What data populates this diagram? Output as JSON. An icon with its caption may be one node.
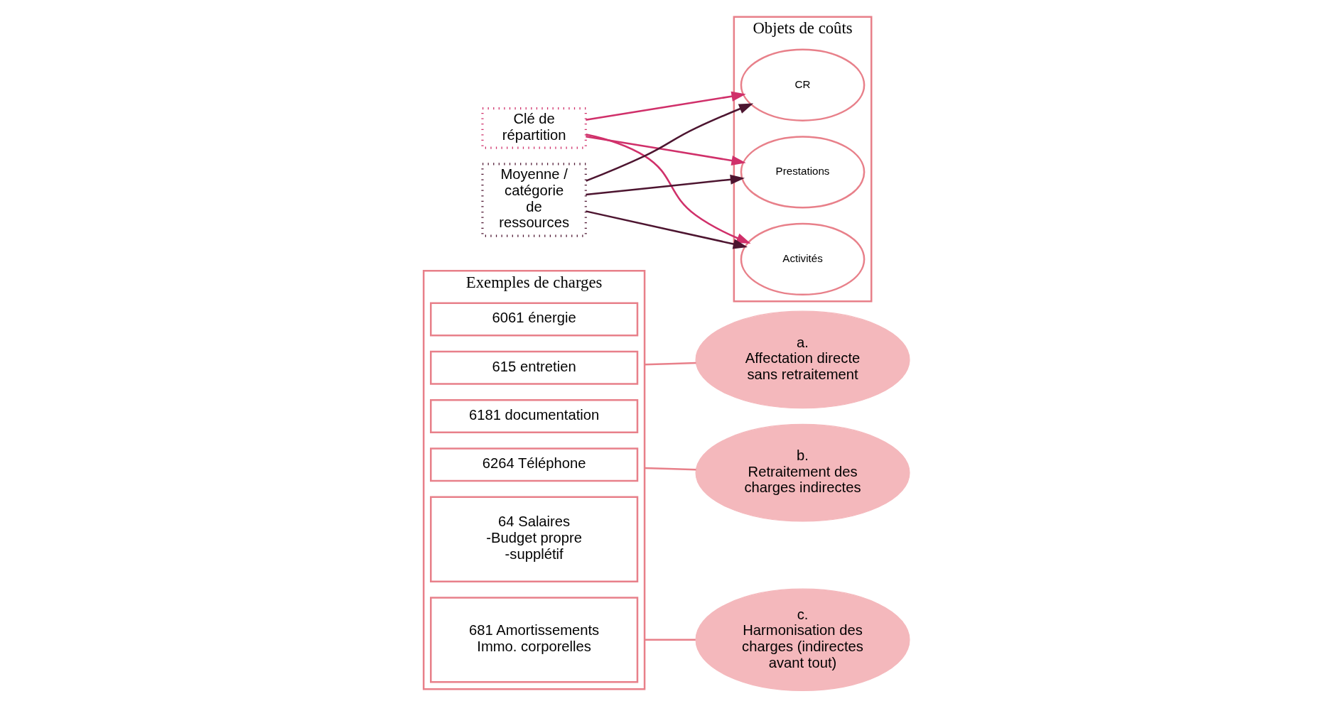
{
  "diagram": {
    "nodes": [
      {
        "text": [
          "Exemples de charges"
        ]
      },
      {
        "text": [
          "6061 énergie"
        ],
        "in": 0
      },
      {
        "text": [
          "615 entretien"
        ],
        "in": 0
      },
      {
        "text": [
          "6181 documentation"
        ],
        "in": 0
      },
      {
        "text": [
          "6264 Téléphone"
        ],
        "in": 0
      },
      {
        "text": [
          "64 Salaires -Budget propre -supplétif"
        ],
        "in": 0
      },
      {
        "text": [
          "681 Amortissements Immo. corporelles"
        ],
        "in": 0
      },
      {
        "text": [
          "Objets de coûts"
        ]
      },
      {
        "text": [
          "Activités"
        ],
        "in": 7
      },
      {
        "text": [
          "CR"
        ],
        "in": 7
      },
      {
        "text": [
          "Prestations"
        ],
        "in": 7
      },
      {
        "text": [
          "a.",
          "Affectation directe sans retraitement"
        ]
      },
      {
        "text": [
          "b.",
          "Retraitement des charges indirectes"
        ]
      },
      {
        "text": [
          "c.",
          "Harmonisation des charges (indirectes avant tout)"
        ]
      },
      {
        "text": [
          "Clé de répartition"
        ]
      },
      {
        "text": [
          "Moyenne / catégorie de ressources"
        ]
      }
    ],
    "edges": [
      {
        "from": 0,
        "to": 11,
        "arrow": "none",
        "color": "#e8808a"
      },
      {
        "from": 0,
        "to": 12,
        "arrow": "none",
        "color": "#e8808a"
      },
      {
        "from": 0,
        "to": 13,
        "arrow": "none",
        "color": "#e8808a"
      },
      {
        "from": 14,
        "to": 8,
        "arrow": "to",
        "color": "#d0306a"
      },
      {
        "from": 14,
        "to": 9,
        "arrow": "to",
        "color": "#d0306a"
      },
      {
        "from": 14,
        "to": 10,
        "arrow": "to",
        "color": "#d0306a"
      },
      {
        "from": 15,
        "to": 8,
        "arrow": "to",
        "color": "#4d1530"
      },
      {
        "from": 15,
        "to": 9,
        "arrow": "to",
        "color": "#4d1530"
      },
      {
        "from": 15,
        "to": 10,
        "arrow": "to",
        "color": "#4d1530"
      }
    ]
  }
}
